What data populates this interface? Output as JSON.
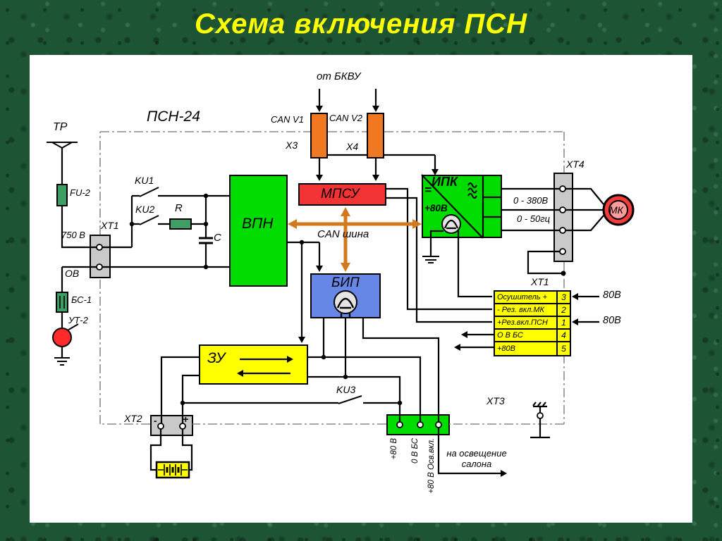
{
  "title": "Схема включения ПСН",
  "colors": {
    "bg": "#1d5434",
    "title": "#ffff00",
    "green": "#00dc00",
    "red": "#f23333",
    "blue": "#6687e6",
    "yellow": "#ffff00",
    "orange": "#f07820",
    "gray": "#c9c9c9",
    "component": "#3f9e63",
    "can": "#d2791e",
    "mk": "#f23b3b",
    "mkInner": "#ff9c9c",
    "ut2": "#ff2a2a"
  },
  "labels": {
    "unit": "ПСН-24",
    "source": "от БКВУ",
    "can_v1": "CAN V1",
    "can_v2": "CAN V2",
    "x3": "X3",
    "x4": "X4",
    "tr": "ТР",
    "fu2": "FU-2",
    "v750": "750 В",
    "xt1_left": "XT1",
    "ov": "ОВ",
    "bs1": "БС-1",
    "ut2": "УТ-2",
    "ku1": "KU1",
    "ku2": "KU2",
    "ku3": "KU3",
    "r": "R",
    "c": "C",
    "vpn": "ВПН",
    "mpsu": "МПСУ",
    "bip": "БИП",
    "zu": "ЗУ",
    "ipk": "ИПК",
    "ipk_dc": "=",
    "ipk_80v": "+80В",
    "can_bus": "CAN шина",
    "xt4": "XT4",
    "mk": "МК",
    "out_380": "0 - 380В",
    "out_50": "0 - 50гц",
    "xt1_right": "XT1",
    "v80_top": "80В",
    "v80_mid": "80В",
    "xt2": "XT2",
    "xt2_minus": "-",
    "xt2_plus": "+",
    "xt3": "XT3",
    "xt3_pin1": "+80 В",
    "xt3_pin2": "0 В БС",
    "xt3_pin3": "+80 В Осв.вкл.",
    "salon": "на освещение салона"
  },
  "xt1_table": {
    "rows": [
      {
        "name": "Осушитель +",
        "pin": "3"
      },
      {
        "name": "- Рез. вкл.МК",
        "pin": "2"
      },
      {
        "name": "+Рез.вкл.ПСН",
        "pin": "1"
      },
      {
        "name": "О В БС",
        "pin": "4"
      },
      {
        "name": "+80В",
        "pin": "5"
      }
    ]
  }
}
